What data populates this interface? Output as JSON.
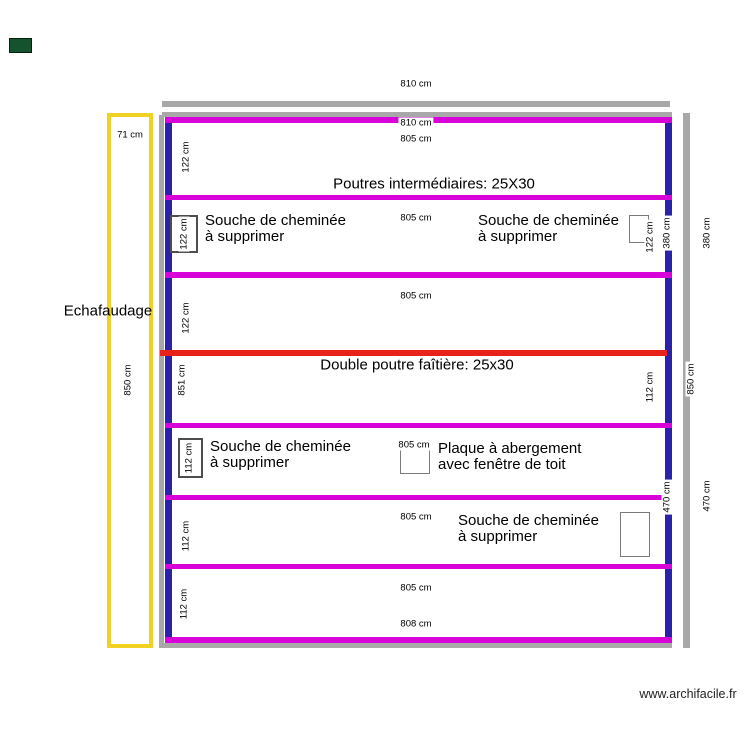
{
  "palette": {
    "magenta": "#d803d8",
    "red": "#e8221b",
    "blue": "#2a22aa",
    "yellow": "#f0d124",
    "gray": "#a8a8a8",
    "swatch": "#14532d"
  },
  "top_dimension": {
    "label": "810 cm"
  },
  "scaffold": {
    "label": "Echafaudage",
    "width": "71 cm",
    "height": "850 cm"
  },
  "plan": {
    "top_width": "810 cm",
    "rows": [
      {
        "width": "805 cm",
        "height": "122 cm",
        "note": "Poutres intermédiaires: 25X30"
      },
      {
        "width": "805 cm",
        "left_chimney": "122 cm",
        "left_note": [
          "Souche de cheminée",
          "à supprimer"
        ],
        "right_note": [
          "Souche de cheminée",
          "à supprimer"
        ],
        "right_chimney": "122 cm"
      },
      {
        "width": "805 cm",
        "height": "122 cm"
      },
      {
        "note": "Double poutre faîtière: 25x30",
        "height": "851 cm",
        "right_height": "112 cm"
      },
      {
        "width": "805 cm",
        "chimney": "112 cm",
        "chimney_note": [
          "Souche de cheminée",
          "à supprimer"
        ],
        "plaque_note": [
          "Plaque à abergement",
          "avec fenêtre de toit"
        ]
      },
      {
        "width": "805 cm",
        "height": "112 cm",
        "right_note": [
          "Souche de cheminée",
          "à supprimer"
        ]
      },
      {
        "width": "805 cm",
        "height": "112 cm",
        "bottom_width": "808 cm"
      }
    ]
  },
  "right_rail": {
    "upper_inner": "380 cm",
    "upper": "380 cm",
    "middle": "850 cm",
    "lower_inner": "470 cm",
    "lower": "470 cm"
  },
  "watermark": {
    "label": "www.archifacile.fr"
  }
}
